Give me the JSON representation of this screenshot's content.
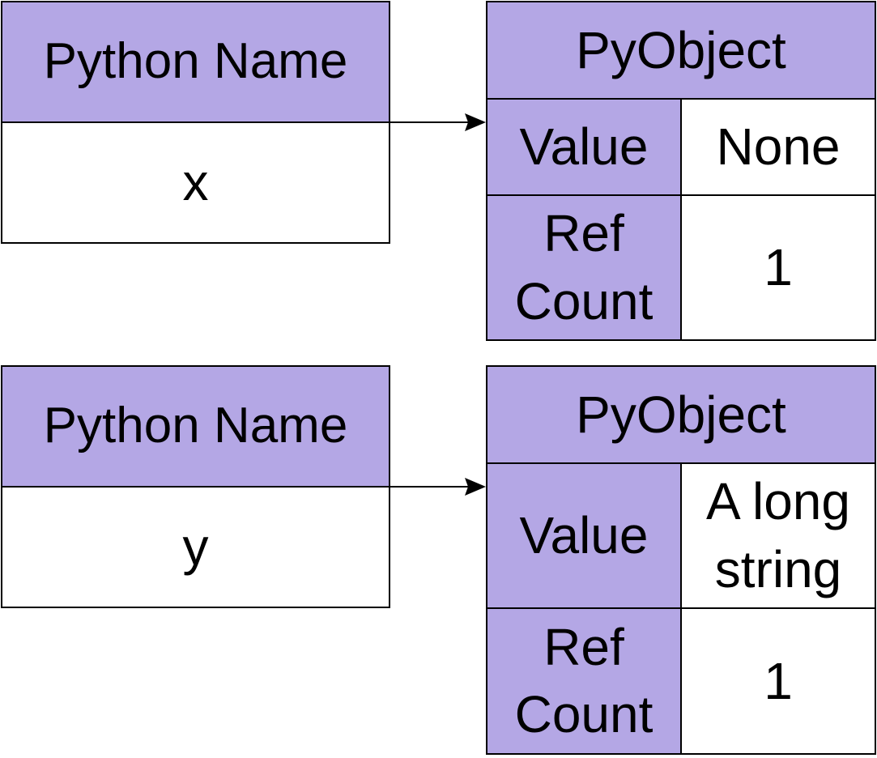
{
  "diagrams": [
    {
      "name_header": "Python Name",
      "name_value": "x",
      "object_header": "PyObject",
      "value_label": "Value",
      "value": "None",
      "refcount_label_line1": "Ref",
      "refcount_label_line2": "Count",
      "refcount": "1"
    },
    {
      "name_header": "Python Name",
      "name_value": "y",
      "object_header": "PyObject",
      "value_label": "Value",
      "value_line1": "A long",
      "value_line2": "string",
      "refcount_label_line1": "Ref",
      "refcount_label_line2": "Count",
      "refcount": "1"
    }
  ],
  "colors": {
    "header_fill": "#b4a7e5",
    "cell_fill": "#ffffff",
    "stroke": "#000000"
  }
}
